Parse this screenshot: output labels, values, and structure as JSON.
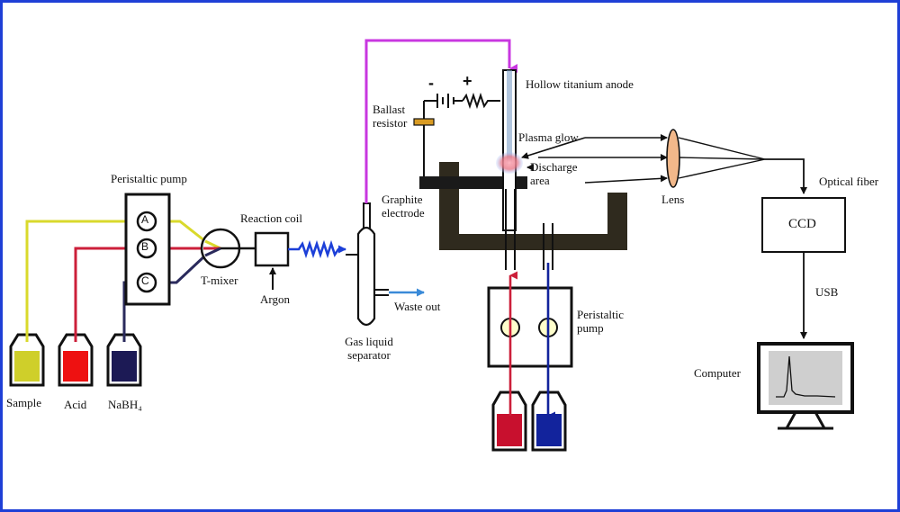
{
  "figure": {
    "labels": {
      "peristaltic_pump_left": "Peristaltic pump",
      "port_a": "A",
      "port_b": "B",
      "port_c": "C",
      "reaction_coil": "Reaction coil",
      "t_mixer": "T-mixer",
      "argon": "Argon",
      "sample": "Sample",
      "acid": "Acid",
      "nabh4": "NaBH₄",
      "gas_liquid_separator": "Gas liquid separator",
      "waste_out": "Waste out",
      "ballast_resistor": "Ballast resistor",
      "minus": "-",
      "plus": "+",
      "hollow_titanium_anode": "Hollow titanium anode",
      "plasma_glow": "Plasma glow",
      "discharge_area": "Discharge area",
      "graphite_electrode": "Graphite electrode",
      "peristaltic_pump_right": "Peristaltic pump",
      "lens": "Lens",
      "optical_fiber": "Optical fiber",
      "ccd": "CCD",
      "usb": "USB",
      "computer": "Computer"
    },
    "colors": {
      "frame": "#1f3fd6",
      "sample_line": "#d9d92c",
      "acid_line": "#cc1f3a",
      "nabh4_line": "#2a2a5c",
      "argon_gas_line": "#c837e0",
      "coil": "#1c3fd8",
      "waste_arrow": "#3a8ad8",
      "graphite": "#2f2a1e",
      "lens": "#f2b88a",
      "red_reservoir": "#c8102e",
      "blue_reservoir": "#12239c",
      "yellow_reservoir": "#cfcf2a",
      "navy_reservoir": "#1c1a55",
      "plasma": "#e87a8a"
    }
  }
}
